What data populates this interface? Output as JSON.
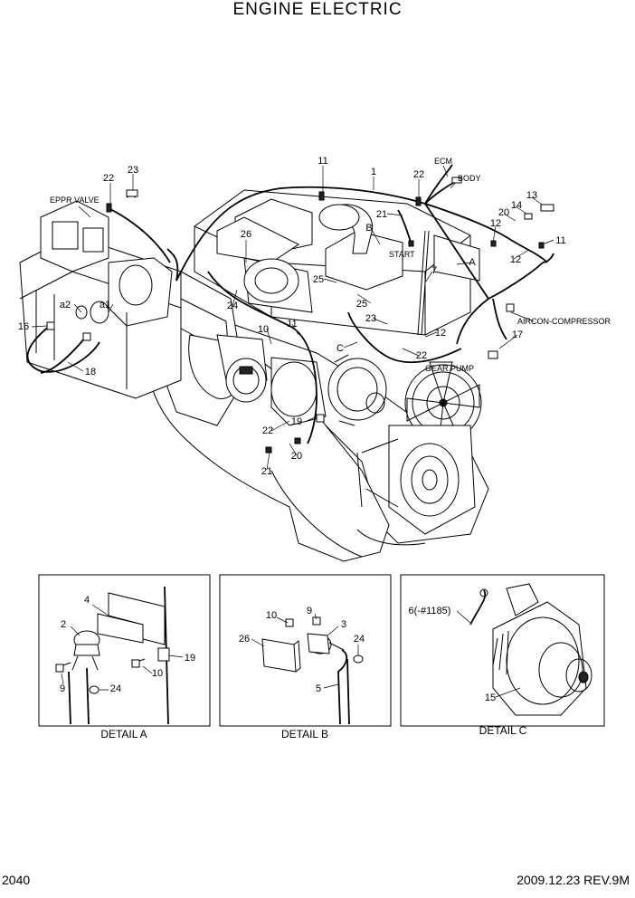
{
  "title": "ENGINE ELECTRIC",
  "page_number": "2040",
  "revision": "2009.12.23  REV.9M",
  "main_callouts": {
    "c1": "1",
    "c11a": "11",
    "c22a": "22",
    "c23": "23",
    "c21a": "21",
    "c26": "26",
    "c24": "24",
    "c25a": "25",
    "c25b": "25",
    "cB": "B",
    "c7": "7",
    "cA": "A",
    "c12a": "12",
    "c12b": "12",
    "c12c": "12",
    "c13": "13",
    "c14": "14",
    "c20a": "20",
    "c11b": "11",
    "c10": "10",
    "c11c": "11",
    "c23b": "23",
    "cC": "C",
    "c22b": "22",
    "c17": "17",
    "c22c": "22",
    "c19": "19",
    "c20b": "20",
    "c21b": "21",
    "c16": "16",
    "c18": "18",
    "ca1": "a1",
    "ca2": "a2",
    "c22d": "22"
  },
  "text_labels": {
    "eppr_valve": "EPPR VALVE",
    "ecm": "ECM",
    "body": "BODY",
    "start": "START",
    "aircon": "AIRCON-COMPRESSOR",
    "gear_pump": "GEAR PUMP"
  },
  "detail_a": {
    "caption": "DETAIL A",
    "callouts": {
      "c4": "4",
      "c2": "2",
      "c19": "19",
      "c10": "10",
      "c9": "9",
      "c24": "24"
    }
  },
  "detail_b": {
    "caption": "DETAIL B",
    "callouts": {
      "c9": "9",
      "c10": "10",
      "c3": "3",
      "c26": "26",
      "c24": "24",
      "c5": "5"
    }
  },
  "detail_c": {
    "caption": "DETAIL C",
    "callouts": {
      "c6": "6(-#1185)",
      "c15": "15"
    }
  }
}
